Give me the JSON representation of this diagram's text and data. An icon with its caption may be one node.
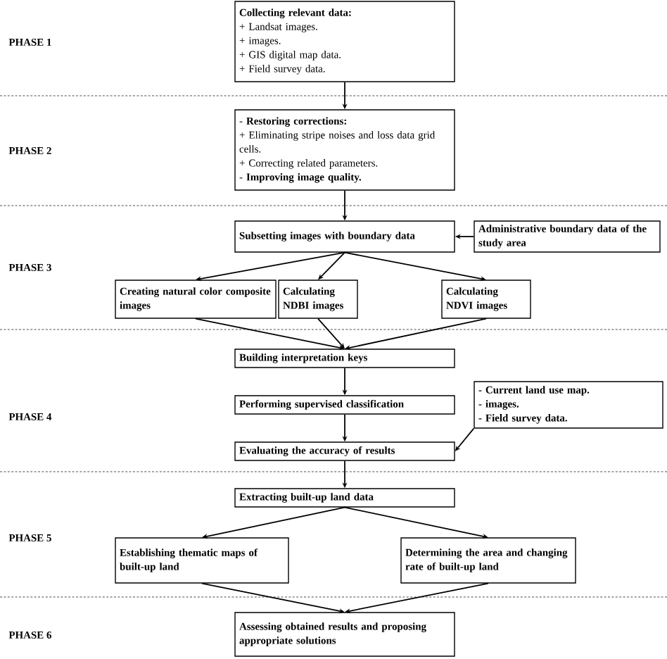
{
  "diagram": {
    "nodes": [
      {
        "text": [
          "Collecting relevant data:",
          "+ Landsat images.",
          "+ images.",
          "+ GIS digital map data.",
          "+ Field survey data."
        ]
      },
      {
        "text": [
          "- **Restoring corrections:**",
          "+ Eliminating stripe noises and loss data grid cells.",
          "+ Correcting related parameters.",
          "- **Improving image quality.**"
        ]
      },
      {
        "text": [
          "Subsetting images with boundary data"
        ]
      },
      {
        "text": [
          "Administrative boundary data of the study area"
        ]
      },
      {
        "text": [
          "Creating natural color composite images"
        ]
      },
      {
        "text": [
          "Calculating NDBI images"
        ]
      },
      {
        "text": [
          "Calculating NDVI images"
        ]
      },
      {
        "text": [
          "Building interpretation keys"
        ]
      },
      {
        "text": [
          "Performing supervised classification"
        ]
      },
      {
        "text": [
          "Evaluating the accuracy of results"
        ]
      },
      {
        "text": [
          "- Current land use map.",
          "- images.",
          "- Field survey data."
        ]
      },
      {
        "text": [
          "Extracting built-up land data"
        ]
      },
      {
        "text": [
          "Establishing thematic maps of built-up land"
        ]
      },
      {
        "text": [
          "Determining the area and changing rate of built-up land"
        ]
      },
      {
        "text": [
          "Assessing obtained results and proposing appropriate solutions"
        ]
      }
    ],
    "edges": [
      {
        "from": 0,
        "to": 1,
        "arrow": "to"
      },
      {
        "from": 1,
        "to": 2,
        "arrow": "to"
      },
      {
        "from": 3,
        "to": 2,
        "arrow": "to"
      },
      {
        "from": 2,
        "to": 4,
        "arrow": "to"
      },
      {
        "from": 2,
        "to": 5,
        "arrow": "to"
      },
      {
        "from": 2,
        "to": 6,
        "arrow": "to"
      },
      {
        "from": 4,
        "to": 7,
        "arrow": "to"
      },
      {
        "from": 5,
        "to": 7,
        "arrow": "to"
      },
      {
        "from": 6,
        "to": 7,
        "arrow": "to"
      },
      {
        "from": 7,
        "to": 8,
        "arrow": "to"
      },
      {
        "from": 8,
        "to": 9,
        "arrow": "to"
      },
      {
        "from": 10,
        "to": 9,
        "arrow": "to"
      },
      {
        "from": 9,
        "to": 11,
        "arrow": "to"
      },
      {
        "from": 11,
        "to": 12,
        "arrow": "to"
      },
      {
        "from": 11,
        "to": 13,
        "arrow": "to"
      },
      {
        "from": 12,
        "to": 14,
        "arrow": "to"
      },
      {
        "from": 13,
        "to": 14,
        "arrow": "to"
      }
    ],
    "labels": [
      "PHASE 1",
      "PHASE 2",
      "PHASE 3",
      "PHASE 4",
      "PHASE 5",
      "PHASE 6"
    ]
  }
}
